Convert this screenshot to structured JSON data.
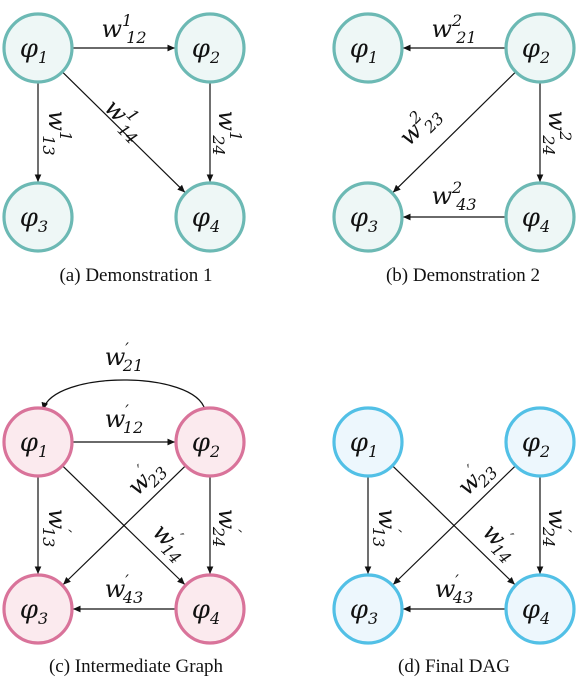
{
  "panels": [
    {
      "id": "a",
      "caption": "(a) Demonstration 1",
      "node_fill": "#eef7f6",
      "node_stroke": "#6cb9b4",
      "nodes": [
        {
          "id": "1",
          "label": "φ",
          "sub": "1"
        },
        {
          "id": "2",
          "label": "φ",
          "sub": "2"
        },
        {
          "id": "3",
          "label": "φ",
          "sub": "3"
        },
        {
          "id": "4",
          "label": "φ",
          "sub": "4"
        }
      ],
      "edges": [
        {
          "from": "1",
          "to": "2",
          "label": "w",
          "sub": "12",
          "sup": "1"
        },
        {
          "from": "1",
          "to": "3",
          "label": "w",
          "sub": "13",
          "sup": "1"
        },
        {
          "from": "1",
          "to": "4",
          "label": "w",
          "sub": "14",
          "sup": "1"
        },
        {
          "from": "2",
          "to": "4",
          "label": "w",
          "sub": "24",
          "sup": "1"
        }
      ]
    },
    {
      "id": "b",
      "caption": "(b) Demonstration 2",
      "node_fill": "#eef7f6",
      "node_stroke": "#6cb9b4",
      "nodes": [
        {
          "id": "1",
          "label": "φ",
          "sub": "1"
        },
        {
          "id": "2",
          "label": "φ",
          "sub": "2"
        },
        {
          "id": "3",
          "label": "φ",
          "sub": "3"
        },
        {
          "id": "4",
          "label": "φ",
          "sub": "4"
        }
      ],
      "edges": [
        {
          "from": "2",
          "to": "1",
          "label": "w",
          "sub": "21",
          "sup": "2"
        },
        {
          "from": "2",
          "to": "3",
          "label": "w",
          "sub": "23",
          "sup": "2"
        },
        {
          "from": "2",
          "to": "4",
          "label": "w",
          "sub": "24",
          "sup": "2"
        },
        {
          "from": "4",
          "to": "3",
          "label": "w",
          "sub": "43",
          "sup": "2"
        }
      ]
    },
    {
      "id": "c",
      "caption": "(c) Intermediate Graph",
      "node_fill": "#fbeaee",
      "node_stroke": "#d9739a",
      "nodes": [
        {
          "id": "1",
          "label": "φ",
          "sub": "1"
        },
        {
          "id": "2",
          "label": "φ",
          "sub": "2"
        },
        {
          "id": "3",
          "label": "φ",
          "sub": "3"
        },
        {
          "id": "4",
          "label": "φ",
          "sub": "4"
        }
      ],
      "edges": [
        {
          "from": "2",
          "to": "1",
          "label": "w",
          "sub": "21",
          "sup": "′"
        },
        {
          "from": "1",
          "to": "2",
          "label": "w",
          "sub": "12",
          "sup": "′"
        },
        {
          "from": "1",
          "to": "3",
          "label": "w",
          "sub": "13",
          "sup": "′"
        },
        {
          "from": "1",
          "to": "4",
          "label": "w",
          "sub": "14",
          "sup": "′"
        },
        {
          "from": "2",
          "to": "3",
          "label": "w",
          "sub": "23",
          "sup": "′"
        },
        {
          "from": "2",
          "to": "4",
          "label": "w",
          "sub": "24",
          "sup": "′"
        },
        {
          "from": "4",
          "to": "3",
          "label": "w",
          "sub": "43",
          "sup": "′"
        }
      ]
    },
    {
      "id": "d",
      "caption": "(d) Final DAG",
      "node_fill": "#edf7fd",
      "node_stroke": "#52c0e6",
      "nodes": [
        {
          "id": "1",
          "label": "φ",
          "sub": "1"
        },
        {
          "id": "2",
          "label": "φ",
          "sub": "2"
        },
        {
          "id": "3",
          "label": "φ",
          "sub": "3"
        },
        {
          "id": "4",
          "label": "φ",
          "sub": "4"
        }
      ],
      "edges": [
        {
          "from": "1",
          "to": "3",
          "label": "w",
          "sub": "13",
          "sup": "′"
        },
        {
          "from": "1",
          "to": "4",
          "label": "w",
          "sub": "14",
          "sup": "′"
        },
        {
          "from": "2",
          "to": "3",
          "label": "w",
          "sub": "23",
          "sup": "′"
        },
        {
          "from": "2",
          "to": "4",
          "label": "w",
          "sub": "24",
          "sup": "′"
        },
        {
          "from": "4",
          "to": "3",
          "label": "w",
          "sub": "43",
          "sup": "′"
        }
      ]
    }
  ]
}
